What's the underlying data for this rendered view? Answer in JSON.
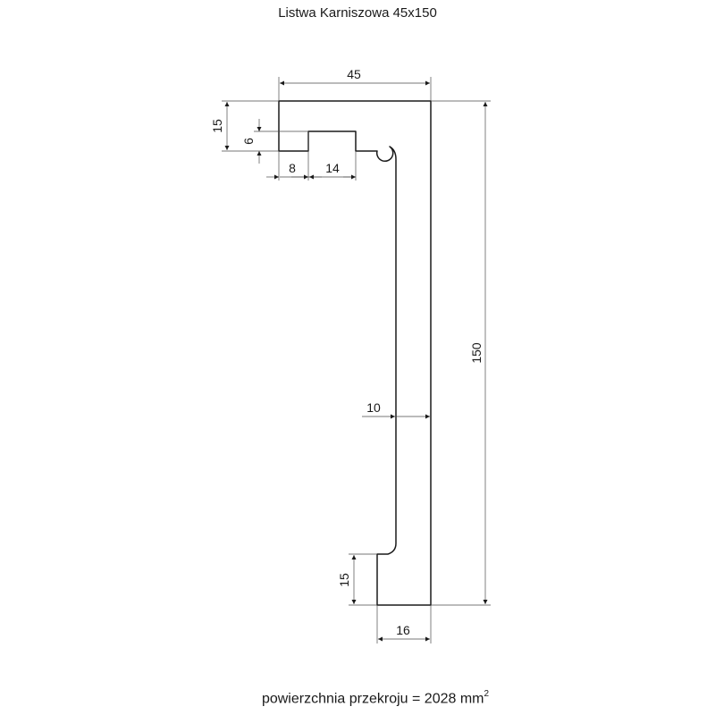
{
  "title": "Listwa Karniszowa 45x150",
  "footer": {
    "label": "powierzchnia przekroju = 2028 mm",
    "unit_exponent": "2"
  },
  "dimensions": {
    "total_width": "45",
    "top_height": "15",
    "groove_depth": "6",
    "lip_width": "8",
    "groove_width": "14",
    "wall_thickness": "10",
    "total_height": "150",
    "foot_height": "15",
    "foot_width": "16"
  }
}
